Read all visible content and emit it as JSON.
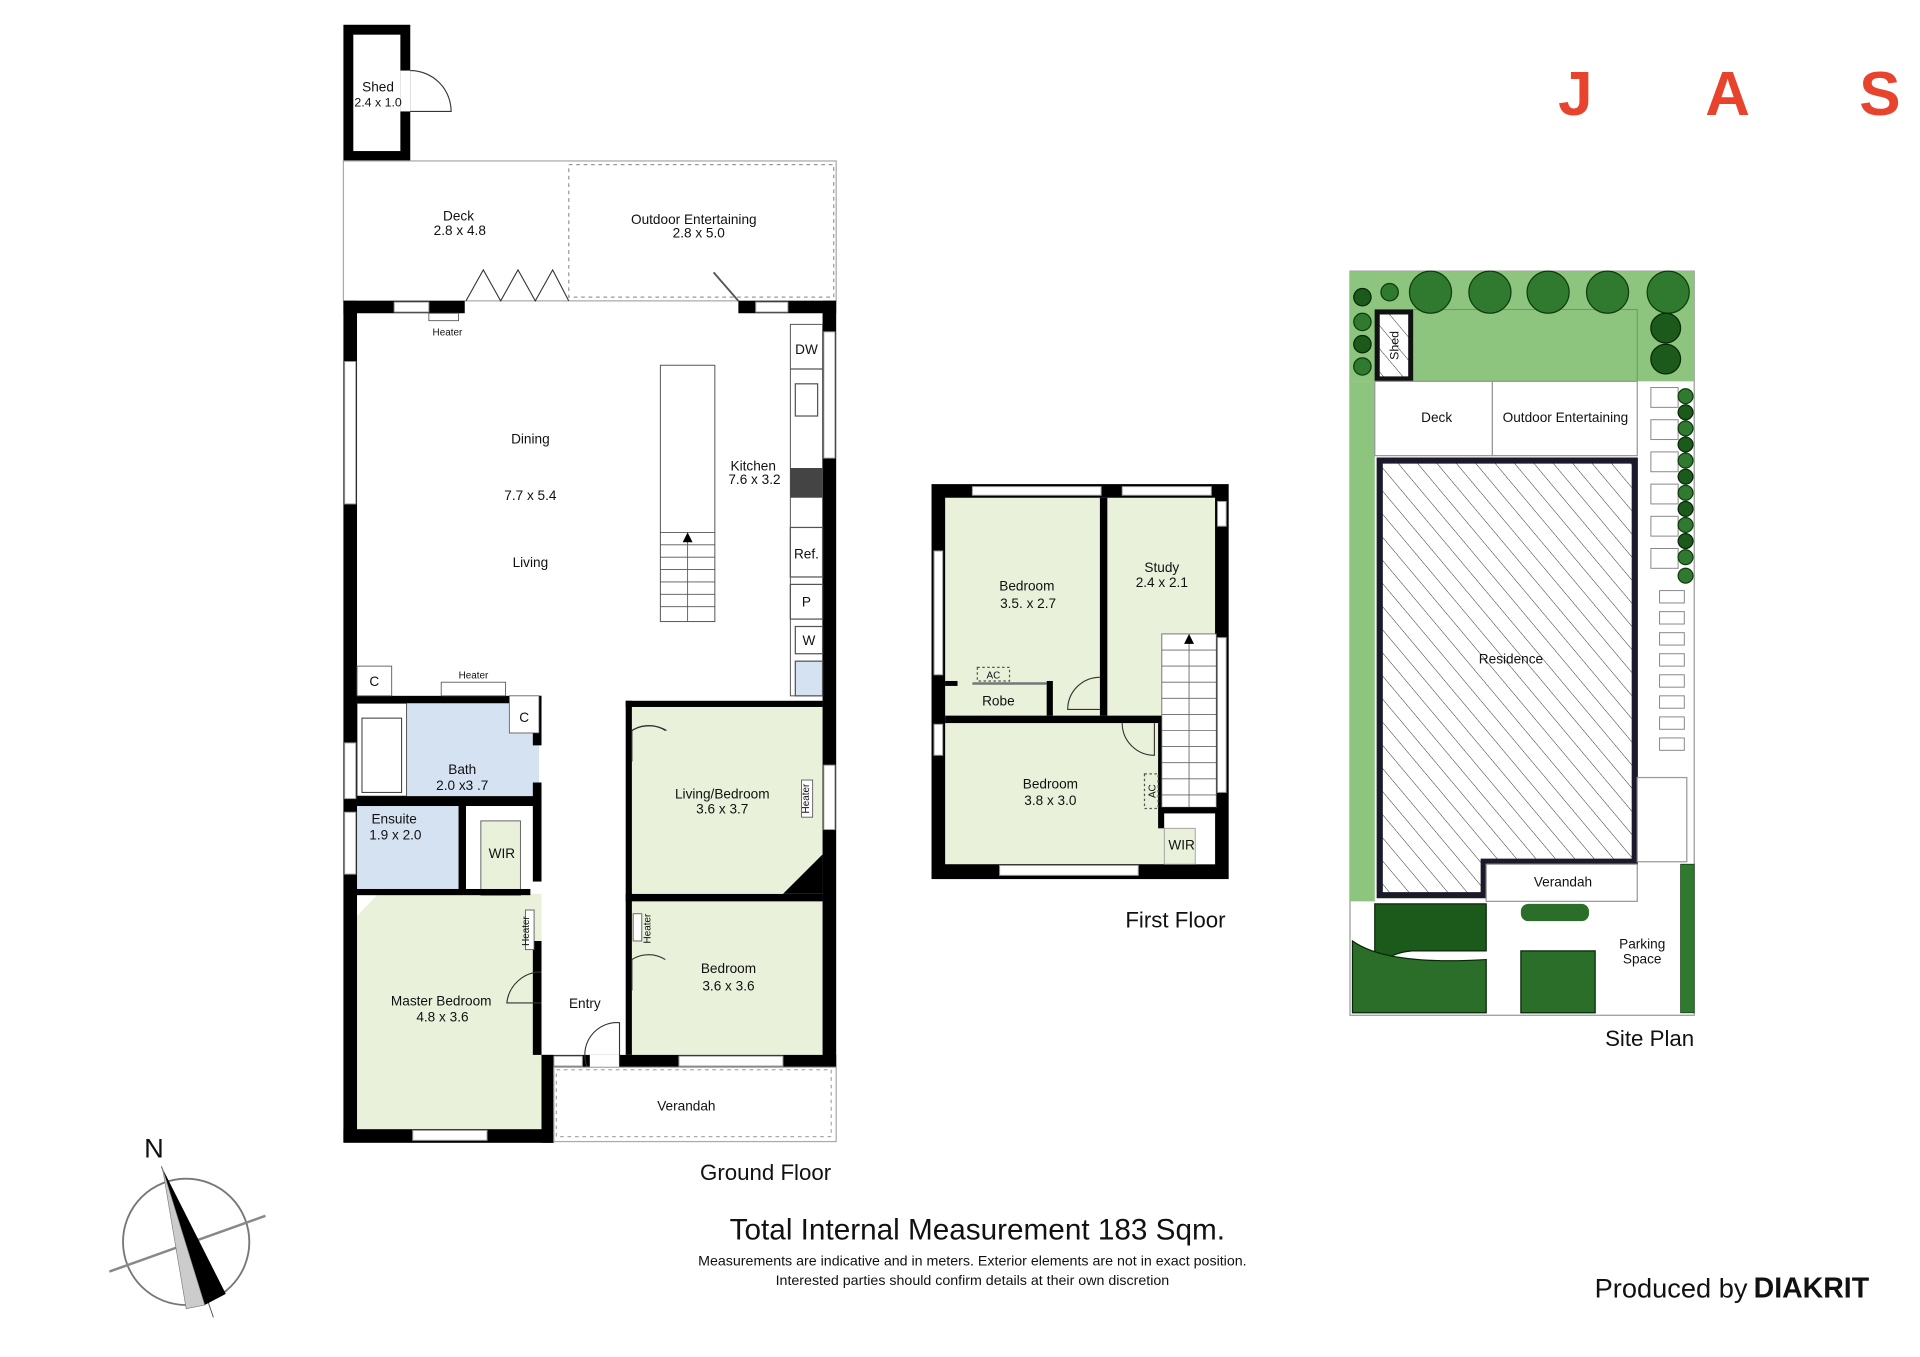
{
  "brand": {
    "letters": [
      "J",
      "A",
      "S"
    ],
    "color": "#e8432d"
  },
  "ground_floor": {
    "title": "Ground Floor",
    "rooms": {
      "shed": {
        "name": "Shed",
        "size": "2.4 x 1.0"
      },
      "deck": {
        "name": "Deck",
        "size": "2.8 x 4.8"
      },
      "outdoor": {
        "name": "Outdoor Entertaining",
        "size": "2.8 x 5.0"
      },
      "dining": {
        "name": "Dining",
        "size": "7.7 x 5.4",
        "name2": "Living"
      },
      "kitchen": {
        "name": "Kitchen",
        "size": "7.6 x 3.2"
      },
      "bath": {
        "name": "Bath",
        "size": "2.0 x3 .7"
      },
      "ensuite": {
        "name": "Ensuite",
        "size": "1.9 x 2.0"
      },
      "wir": {
        "name": "WIR"
      },
      "master": {
        "name": "Master Bedroom",
        "size": "4.8 x 3.6"
      },
      "entry": {
        "name": "Entry"
      },
      "living_bedroom": {
        "name": "Living/Bedroom",
        "size": "3.6 x 3.7"
      },
      "bedroom": {
        "name": "Bedroom",
        "size": "3.6 x 3.6"
      },
      "verandah": {
        "name": "Verandah"
      }
    },
    "fixtures": {
      "heater": "Heater",
      "c": "C",
      "dw": "DW",
      "ref": "Ref.",
      "p": "P",
      "w": "W"
    }
  },
  "first_floor": {
    "title": "First Floor",
    "rooms": {
      "bedroom1": {
        "name": "Bedroom",
        "size": "3.5. x 2.7"
      },
      "study": {
        "name": "Study",
        "size": "2.4 x 2.1"
      },
      "robe": {
        "name": "Robe"
      },
      "bedroom2": {
        "name": "Bedroom",
        "size": "3.8 x 3.0"
      },
      "wir": {
        "name": "WIR"
      }
    },
    "ac": "AC"
  },
  "site_plan": {
    "title": "Site Plan",
    "labels": {
      "shed": "Shed",
      "deck": "Deck",
      "outdoor": "Outdoor Entertaining",
      "residence": "Residence",
      "verandah": "Verandah",
      "parking1": "Parking",
      "parking2": "Space"
    }
  },
  "compass": {
    "label": "N"
  },
  "footer": {
    "total": "Total Internal Measurement 183 Sqm.",
    "disclaimer1": "Measurements are indicative and in meters. Exterior elements are not in exact position.",
    "disclaimer2": "Interested parties should confirm details at their own discretion",
    "produced_by": "Produced by",
    "producer": "DIAKRIT"
  },
  "colors": {
    "room_green": "#e9f1da",
    "wet_blue": "#d5e2f2",
    "lawn": "#8dc47e",
    "tree": "#2f7a2f"
  }
}
